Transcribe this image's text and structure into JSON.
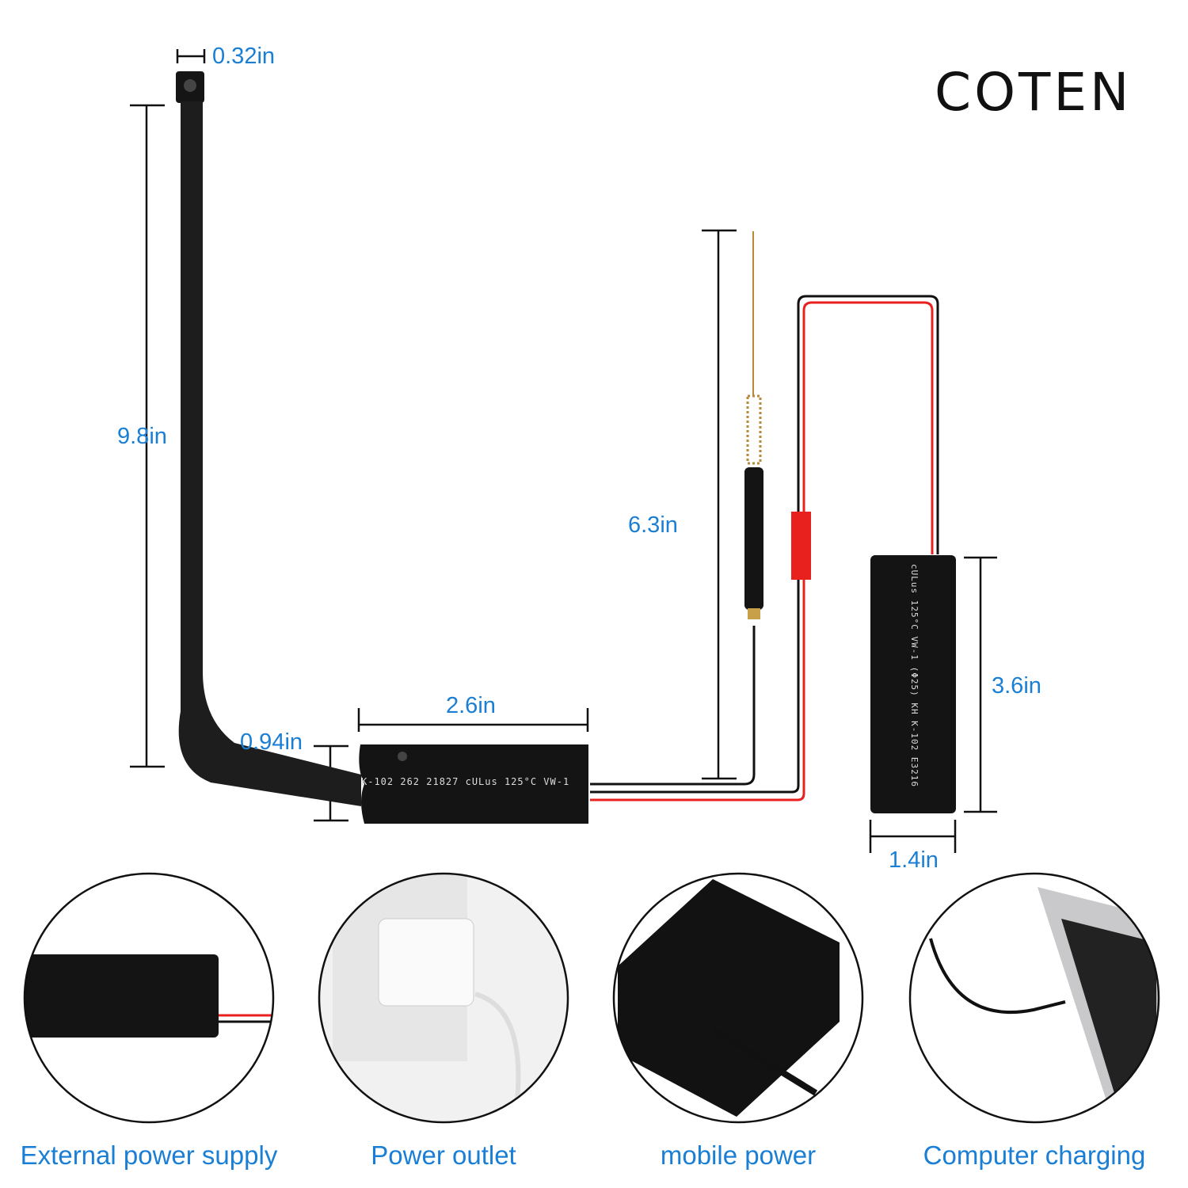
{
  "brand": {
    "logo_text": "COTEN"
  },
  "dimensions": {
    "camera_width": "0.32in",
    "cable_length": "9.8in",
    "module_height": "0.94in",
    "module_length": "2.6in",
    "antenna_length": "6.3in",
    "battery_length": "3.6in",
    "battery_width": "1.4in"
  },
  "module_print": "K-102 262 21827  cULus  125°C  VW-1",
  "battery_print": "cULus 125°C VW-1 (Φ25)    KH K-102 E3216",
  "power_options": [
    {
      "label": "External power supply",
      "icon": "battery-pack"
    },
    {
      "label": "Power outlet",
      "icon": "wall-charger"
    },
    {
      "label": "mobile power",
      "icon": "power-bank"
    },
    {
      "label": "Computer charging",
      "icon": "laptop-usb"
    }
  ],
  "colors": {
    "dimension_text": "#1a7fd4",
    "wire_red": "#e8211f",
    "wire_black": "#111111"
  }
}
